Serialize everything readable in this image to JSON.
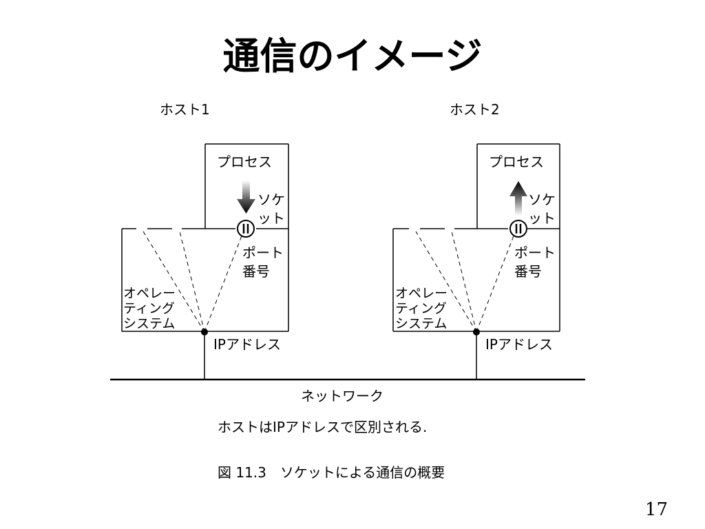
{
  "title": "通信のイメージ",
  "page_number": "17",
  "hosts": [
    {
      "name": "ホスト1",
      "process": "プロセス",
      "socket": [
        "ソケ",
        "ット"
      ],
      "port": [
        "ポート",
        "番号"
      ],
      "os": [
        "オペレー",
        "ティング",
        "システム"
      ],
      "ip": "IPアドレス",
      "arrow": "down"
    },
    {
      "name": "ホスト2",
      "process": "プロセス",
      "socket": [
        "ソケ",
        "ット"
      ],
      "port": [
        "ポート",
        "番号"
      ],
      "os": [
        "オペレー",
        "ティング",
        "システム"
      ],
      "ip": "IPアドレス",
      "arrow": "up"
    }
  ],
  "network_label": "ネットワーク",
  "note": "ホストはIPアドレスで区別される.",
  "figure_caption": "図 11.3　ソケットによる通信の概要"
}
